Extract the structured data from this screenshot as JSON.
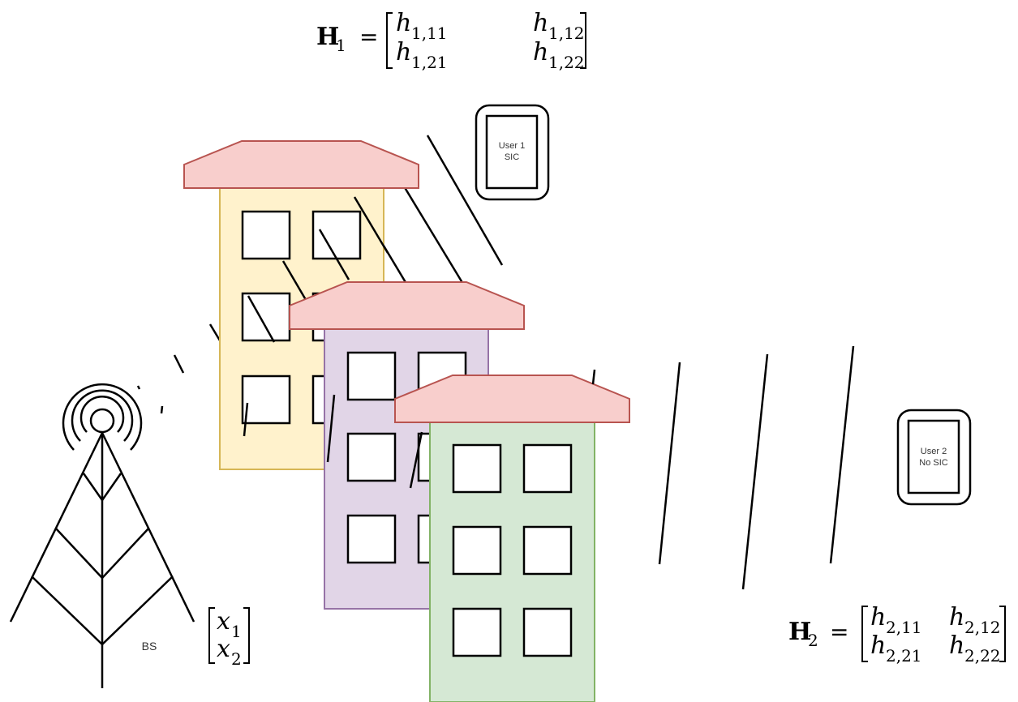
{
  "equations": {
    "h1": {
      "name": "H",
      "sub": "1",
      "eq": "=",
      "e11": "h",
      "s11": "1,11",
      "e12": "h",
      "s12": "1,12",
      "e21": "h",
      "s21": "1,21",
      "e22": "h",
      "s22": "1,22"
    },
    "h2": {
      "name": "H",
      "sub": "2",
      "eq": "=",
      "e11": "h",
      "s11": "2,11",
      "e12": "h",
      "s12": "2,12",
      "e21": "h",
      "s21": "2,21",
      "e22": "h",
      "s22": "2,22"
    },
    "x": {
      "e1": "x",
      "s1": "1",
      "e2": "x",
      "s2": "2"
    }
  },
  "bs_label": "BS",
  "user1": {
    "line1": "User 1",
    "line2": "SIC"
  },
  "user2": {
    "line1": "User 2",
    "line2": "No SIC"
  },
  "colors": {
    "roof_fill": "#f8cecc",
    "roof_stroke": "#b85450",
    "building1_fill": "#fff2cc",
    "building1_stroke": "#d6b656",
    "building2_fill": "#e1d5e7",
    "building2_stroke": "#9673a6",
    "building3_fill": "#d5e8d4",
    "building3_stroke": "#82b366"
  }
}
